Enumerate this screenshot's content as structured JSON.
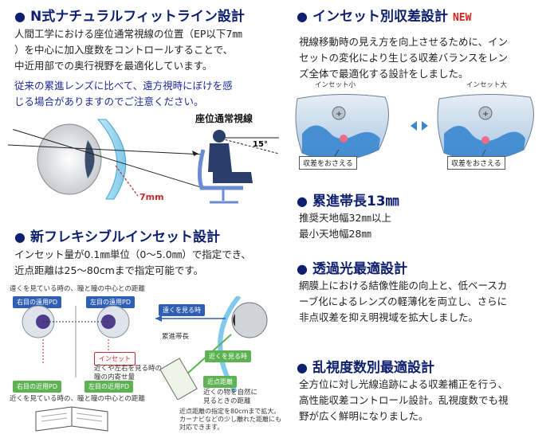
{
  "sections": {
    "nfit": {
      "bullet": "●",
      "title": "N式ナチュラルフィットライン設計",
      "para1": [
        "人間工学における座位通常視線の位置（EP以下7㎜",
        "）を中心に加入度数をコントロールすることで、",
        "中近用部での奥行視野を最適化しています。"
      ],
      "para2": [
        "従来の累進レンズに比べて、遠方視時にぼけを感",
        "じる場合がありますのでご注意ください。"
      ],
      "figure": {
        "label_gaze": "座位通常視線",
        "label_angle": "15°",
        "label_7mm": "7mm"
      }
    },
    "flex": {
      "bullet": "●",
      "title": "新フレキシブルインセット設計",
      "para": [
        "インセット量が0.1㎜単位（0～5.0㎜）で指定でき、",
        "近点距離は25～80cmまで指定可能です。"
      ],
      "figure": {
        "top_note": "遠くを見ている時の、瞳と瞳の中心との距離",
        "right_far": "右目の遠用PD",
        "left_far": "左目の遠用PD",
        "inset": "インセット",
        "inset_note": [
          "近くや左右を見る時の",
          "瞳の内寄せ量"
        ],
        "right_near": "右目の近用PD",
        "left_near": "左目の近用PD",
        "bottom_note": "近くを見ている時の、瞳と瞳の中心との距離",
        "far_look": "遠くを見る時",
        "progression": "累進帯長",
        "near_look": "近くを見る時",
        "near_point": "近点距離",
        "near_desc": [
          "近くの物を自然に",
          "見るときの距離"
        ],
        "footnote": [
          "近点距離の指定を80cmまで拡大。",
          "カーナビなどの少し離れた距離にも",
          "対応できます。"
        ]
      }
    },
    "inset_diff": {
      "bullet": "●",
      "title": "インセット別収差設計",
      "new": "NEW",
      "para": [
        "視線移動時の見え方を向上させるために、イン",
        "セットの変化により生じる収差バランスをレン",
        "ズ全体で最適化する設計をしました。"
      ],
      "figure": {
        "small_label": "インセット小",
        "large_label": "インセット大",
        "reduce_label": "収差をおさえる"
      }
    },
    "corridor": {
      "bullet": "●",
      "title": "累進帯長13㎜",
      "lines": [
        "推奨天地幅32㎜以上",
        "最小天地幅28㎜"
      ]
    },
    "transmit": {
      "bullet": "●",
      "title": "透過光最適設計",
      "para": [
        "網膜上における結像性能の向上と、低ベースカ",
        "ーブ化によるレンズの軽薄化を両立し、さらに",
        "非点収差を抑え明視域を拡大しました。"
      ]
    },
    "astig": {
      "bullet": "●",
      "title": "乱視度数別最適設計",
      "para": [
        "全方位に対し光線追跡による収差補正を行う、",
        "高性能収差コントロール設計。乱視度数でも視",
        "野が広く鮮明になりました。"
      ]
    }
  },
  "colors": {
    "heading": "#0d1f6e",
    "accent_red": "#d0271d",
    "note_blue": "#1e2a9a",
    "lens_blue": "#3a87cf",
    "green": "#5db351"
  }
}
